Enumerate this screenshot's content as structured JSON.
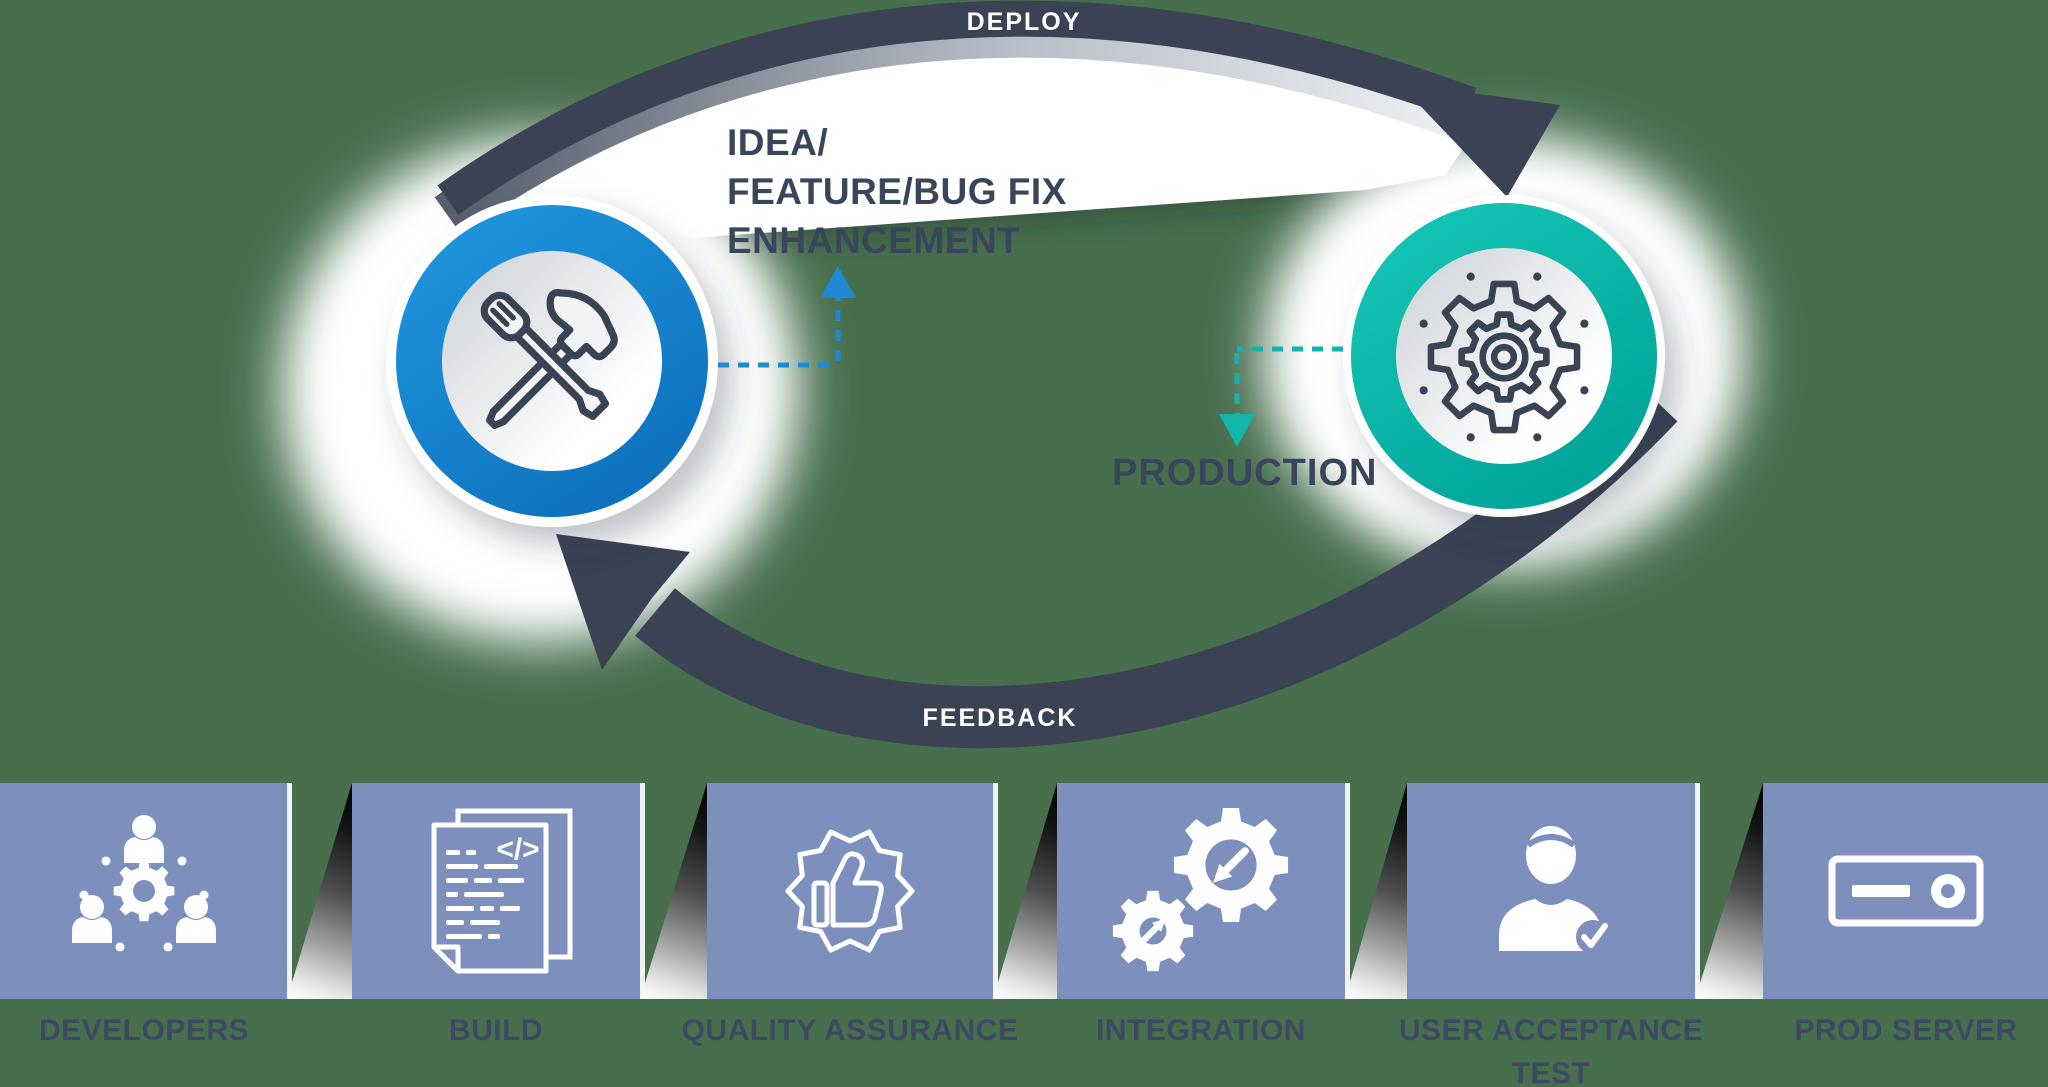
{
  "colors": {
    "background": "#476f4e",
    "arrow_navy": "#3a4254",
    "dev_ring_blue": "#1787d2",
    "ops_ring_teal": "#0ebdaf",
    "stage_box": "#7d8fbc",
    "label_text": "#3d4961",
    "dev_connector_blue": "#1e88d3",
    "ops_connector_teal": "#12b5ac"
  },
  "cycle": {
    "deploy_label": "DEPLOY",
    "feedback_label": "FEEDBACK",
    "idea_lines": [
      "IDEA/",
      "FEATURE/BUG FIX",
      "ENHANCEMENT"
    ],
    "production_label": "PRODUCTION",
    "dev_node": {
      "icon": "hammer-screwdriver-icon"
    },
    "ops_node": {
      "icon": "nested-gears-icon"
    }
  },
  "stages": [
    {
      "label_lines": [
        "DEVELOPERS"
      ],
      "icon": "team-around-gear-icon"
    },
    {
      "label_lines": [
        "BUILD"
      ],
      "icon": "code-documents-icon"
    },
    {
      "label_lines": [
        "QUALITY ASSURANCE"
      ],
      "icon": "thumbs-up-seal-icon"
    },
    {
      "label_lines": [
        "INTEGRATION"
      ],
      "icon": "meshed-gears-arrows-icon"
    },
    {
      "label_lines": [
        "USER ACCEPTANCE",
        "TEST"
      ],
      "icon": "user-checkmark-icon"
    },
    {
      "label_lines": [
        "PROD SERVER"
      ],
      "icon": "server-unit-icon"
    }
  ]
}
